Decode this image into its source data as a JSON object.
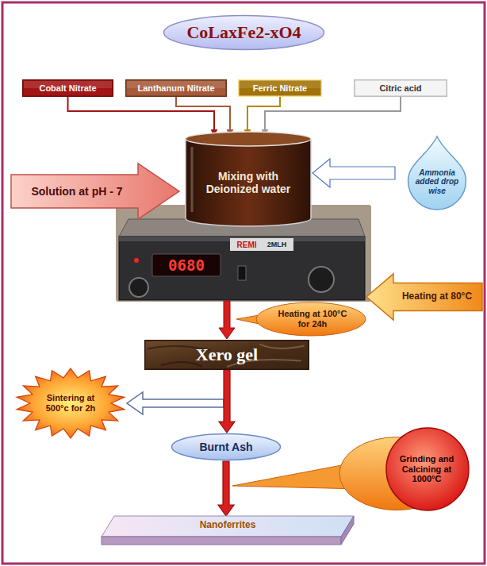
{
  "diagram": {
    "nodes": [
      {
        "text": [
          "CoLaxFe2-xO4"
        ]
      },
      {
        "text": [
          "Cobalt Nitrate"
        ]
      },
      {
        "text": [
          "Lanthanum Nitrate"
        ]
      },
      {
        "text": [
          "Ferric Nitrate"
        ]
      },
      {
        "text": [
          "Citric acid"
        ]
      },
      {
        "text": [
          "Solution at pH - 7"
        ]
      },
      {
        "text": [
          "Mixing with Deionized water"
        ]
      },
      {
        "text": [
          "Ammonia added drop wise"
        ]
      },
      {
        "text": [
          "Heating at 80°C"
        ]
      },
      {
        "text": [
          "Heating at 100°C for 24h"
        ]
      },
      {
        "text": [
          "Xero gel"
        ]
      },
      {
        "text": [
          "Sintering at 500°c for 2h"
        ]
      },
      {
        "text": [
          "Burnt Ash"
        ]
      },
      {
        "text": [
          "Grinding and Calcining at 1000°C"
        ]
      },
      {
        "text": [
          "Nanoferrites"
        ]
      }
    ],
    "edges": [
      {
        "from": 1,
        "to": 6,
        "arrow": "to"
      },
      {
        "from": 2,
        "to": 6,
        "arrow": "to"
      },
      {
        "from": 3,
        "to": 6,
        "arrow": "to"
      },
      {
        "from": 4,
        "to": 6,
        "arrow": "to"
      },
      {
        "from": 7,
        "to": 6,
        "arrow": "to"
      },
      {
        "from": 10,
        "to": 12,
        "arrow": "to"
      },
      {
        "from": 12,
        "to": 14,
        "arrow": "to"
      }
    ],
    "labels": [
      "0680",
      "REMI",
      "2MLH"
    ]
  }
}
